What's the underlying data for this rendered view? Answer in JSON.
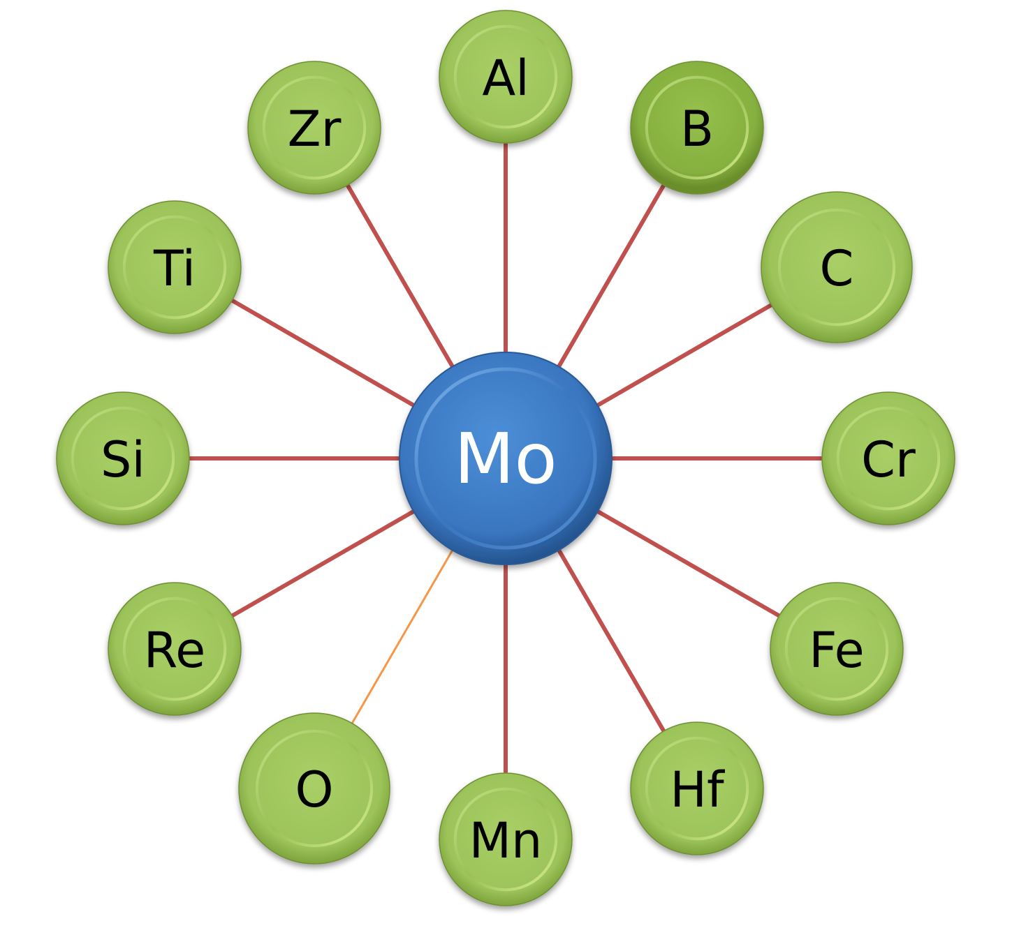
{
  "diagram": {
    "center": {
      "label": "Mo",
      "color": "#3f7fc8"
    },
    "elements": [
      {
        "label": "Al",
        "variant": "light"
      },
      {
        "label": "B",
        "variant": "dark"
      },
      {
        "label": "C",
        "variant": "light"
      },
      {
        "label": "Cr",
        "variant": "light"
      },
      {
        "label": "Fe",
        "variant": "light"
      },
      {
        "label": "Hf",
        "variant": "light"
      },
      {
        "label": "Mn",
        "variant": "light"
      },
      {
        "label": "O",
        "variant": "light",
        "link": "thin"
      },
      {
        "label": "Re",
        "variant": "light"
      },
      {
        "label": "Si",
        "variant": "light"
      },
      {
        "label": "Ti",
        "variant": "light"
      },
      {
        "label": "Zr",
        "variant": "light"
      }
    ],
    "colors": {
      "link": "#c0504d",
      "link_thin": "#f79646",
      "node": "#9bc35a",
      "node_dark": "#85b03e"
    }
  }
}
